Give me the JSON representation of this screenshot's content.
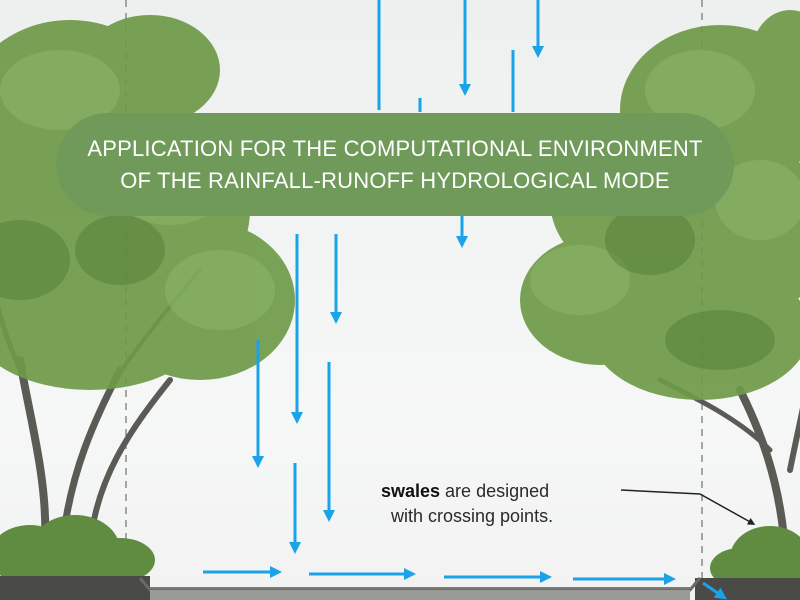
{
  "title": {
    "line1": "APPLICATION FOR THE COMPUTATIONAL ENVIRONMENT",
    "line2": "OF THE RAINFALL-RUNOFF HYDROLOGICAL MODE"
  },
  "annotation": {
    "bold_word": "swales",
    "line1_rest": " are designed",
    "line2": "with crossing points."
  },
  "colors": {
    "title_background": "#6f9a5a",
    "rain_arrows": "#1aa3e8",
    "foliage": "#6e9a48",
    "trunks": "#5a5a55"
  },
  "icons": {
    "rain": "downward-arrow",
    "runoff": "rightward-arrow"
  }
}
